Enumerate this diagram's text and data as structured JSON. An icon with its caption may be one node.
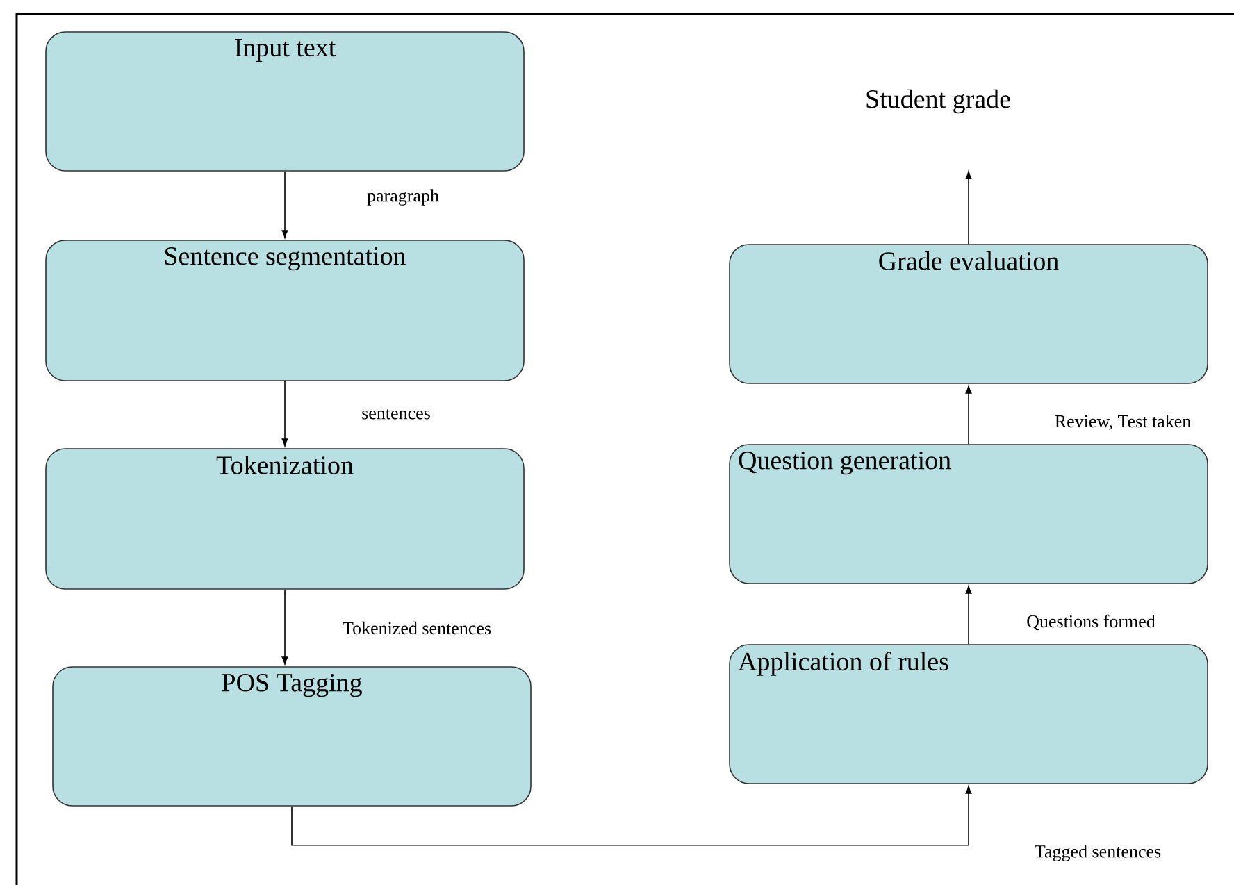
{
  "diagram": {
    "nodes": [
      {
        "text": [
          "Input text"
        ]
      },
      {
        "text": [
          "Sentence segmentation"
        ]
      },
      {
        "text": [
          "Tokenization"
        ]
      },
      {
        "text": [
          "POS Tagging"
        ]
      },
      {
        "text": [
          "Application of rules"
        ]
      },
      {
        "text": [
          "Question generation"
        ]
      },
      {
        "text": [
          "Grade evaluation"
        ]
      },
      {
        "text": [
          "Student grade"
        ]
      }
    ],
    "edges": [
      {
        "from": 0,
        "to": 1,
        "arrow": "to",
        "label": "paragraph"
      },
      {
        "from": 1,
        "to": 2,
        "arrow": "to",
        "label": "sentences"
      },
      {
        "from": 2,
        "to": 3,
        "arrow": "to",
        "label": "Tokenized sentences"
      },
      {
        "from": 3,
        "to": 4,
        "arrow": "to",
        "label": "Tagged sentences"
      },
      {
        "from": 4,
        "to": 5,
        "arrow": "to",
        "label": "Questions formed"
      },
      {
        "from": 5,
        "to": 6,
        "arrow": "to",
        "label": "Review, Test taken"
      },
      {
        "from": 6,
        "to": 7,
        "arrow": "to"
      }
    ]
  }
}
